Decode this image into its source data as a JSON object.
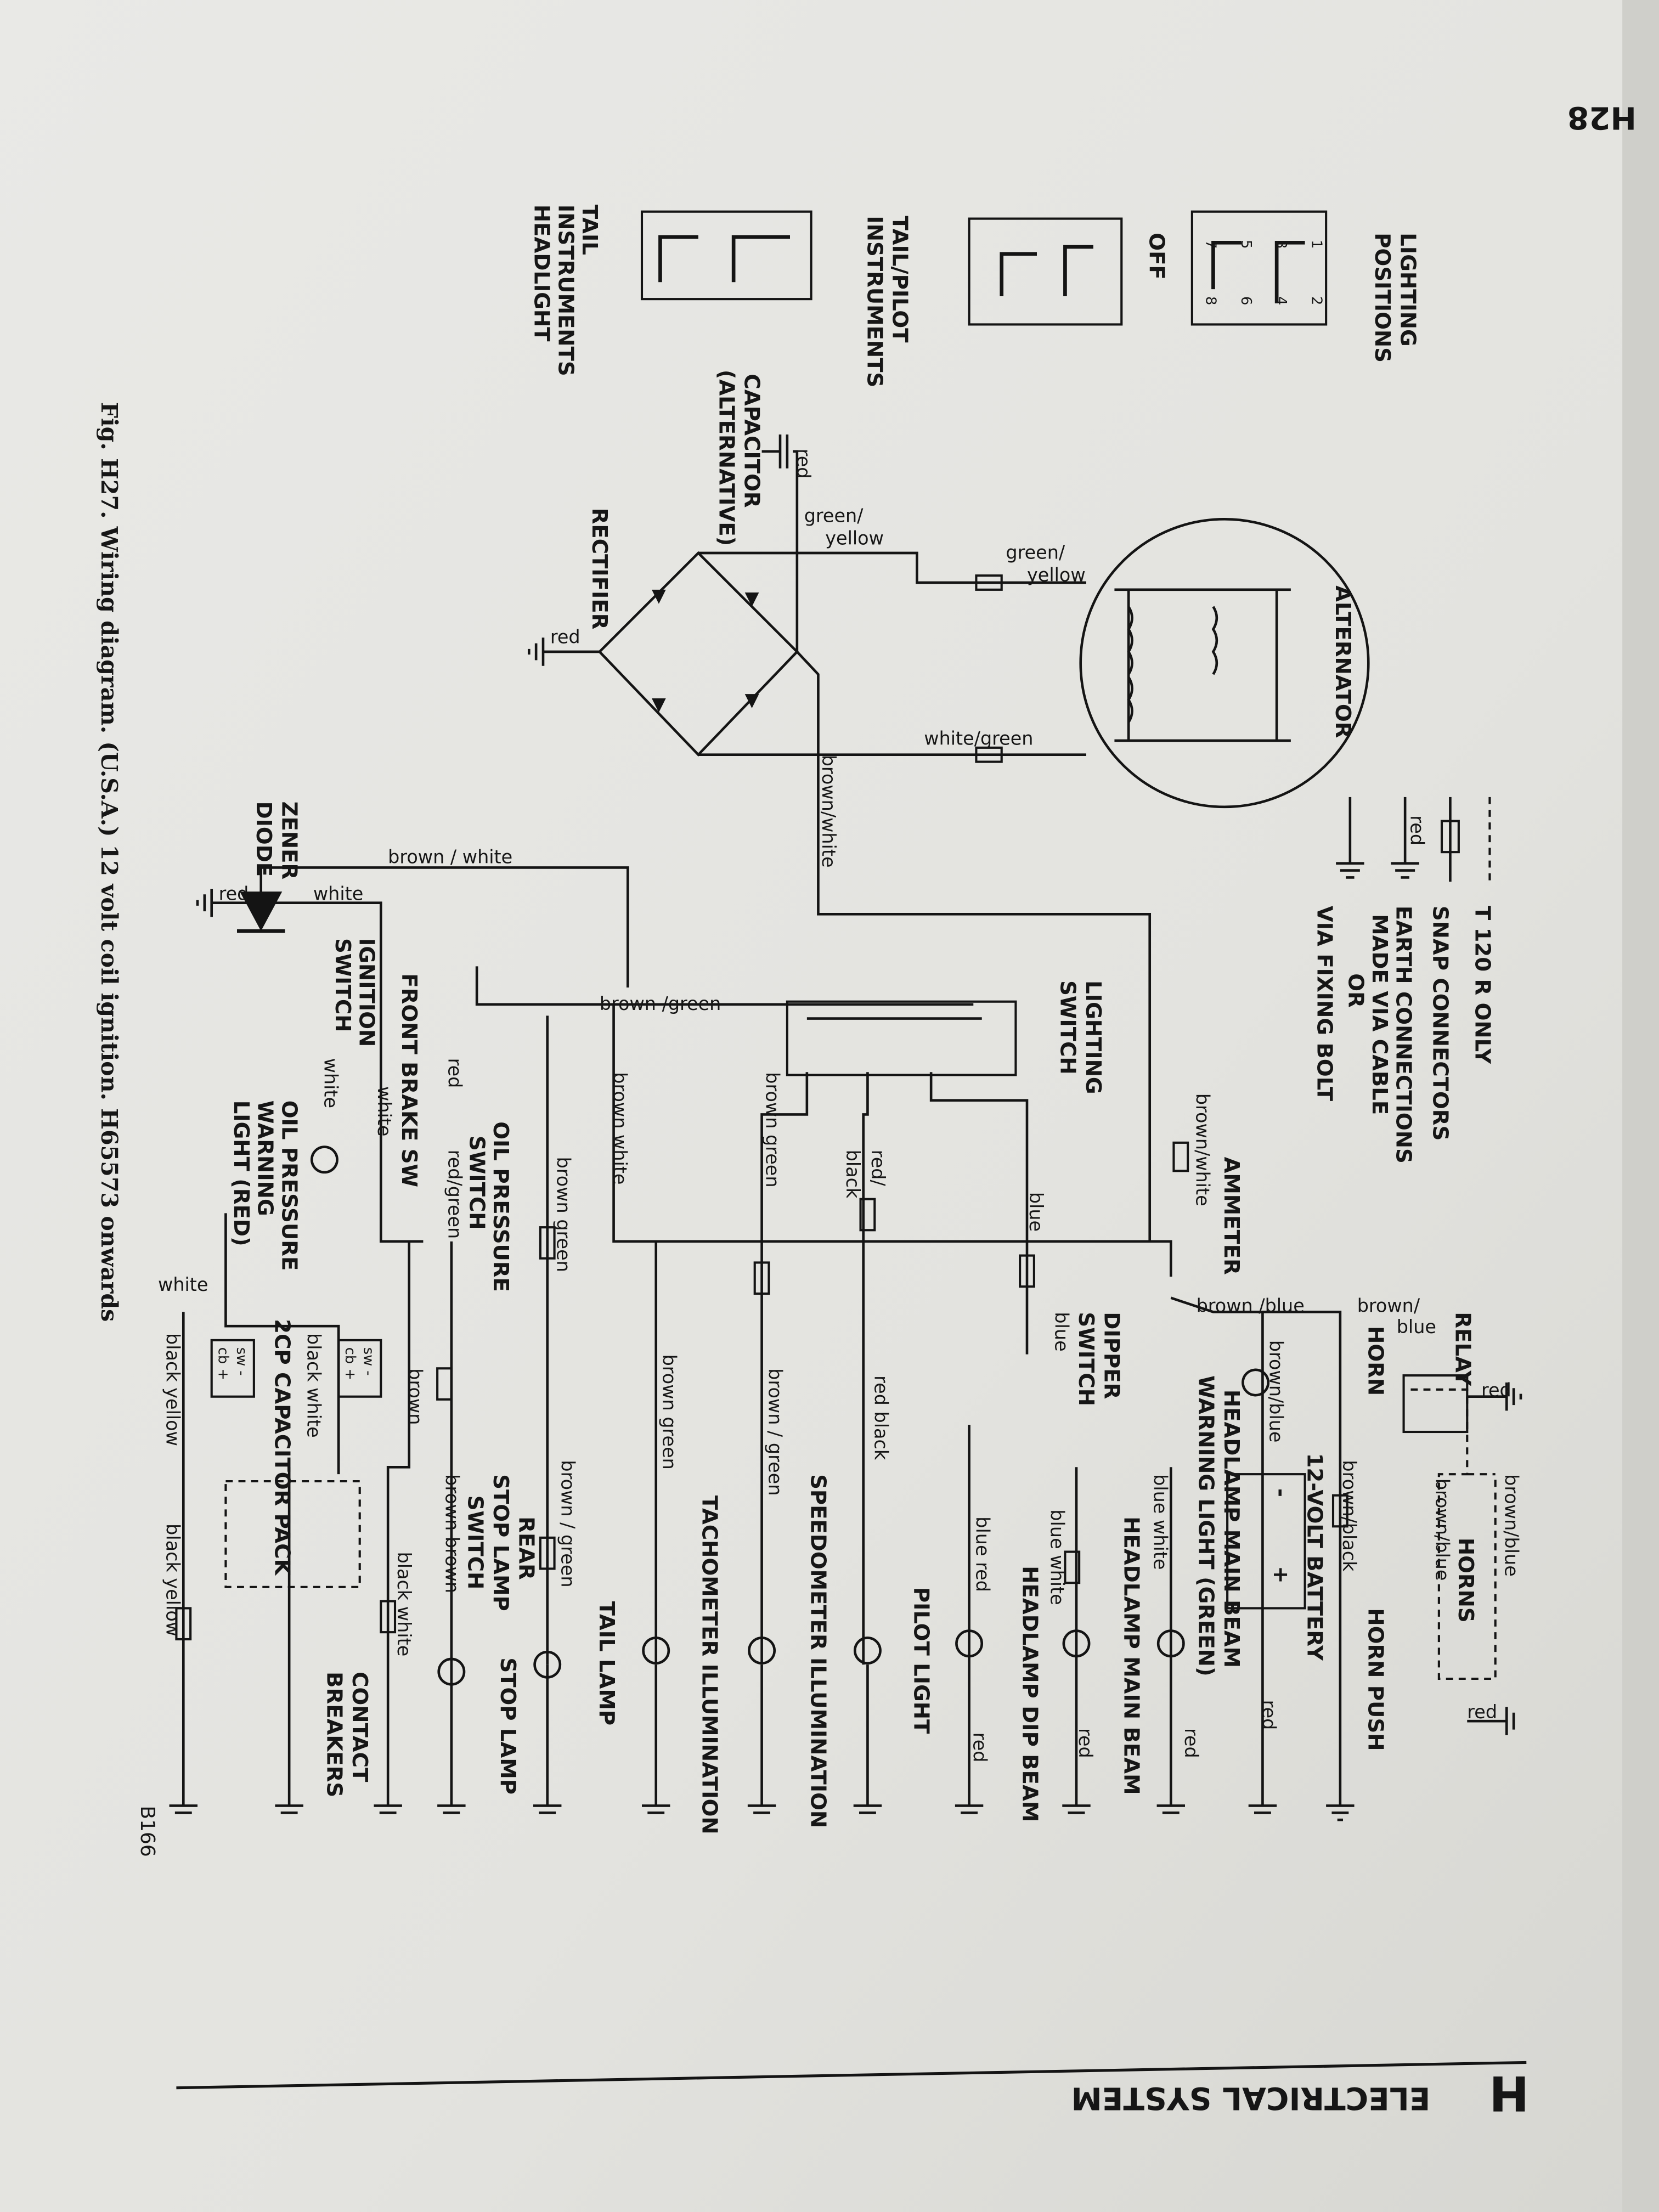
{
  "page": {
    "number": "H28",
    "section_letter": "H",
    "section_title": "ELECTRICAL SYSTEM",
    "ref_code": "B166"
  },
  "caption": "Fig. H27.  Wiring diagram.  (U.S.A.) 12 volt coil ignition.  H65573 onwards",
  "legend": {
    "t120r": "T 120 R  ONLY",
    "snap": "SNAP  CONNECTORS",
    "earth1": "EARTH CONNECTIONS",
    "earth2": "MADE VIA CABLE",
    "earth3": "OR",
    "earth4": "VIA FIXING BOLT",
    "red": "red"
  },
  "switch_positions": {
    "title1": "LIGHTING",
    "title2": "POSITIONS",
    "off": "OFF",
    "tp1": "TAIL/PILOT",
    "tp2": "INSTRUMENTS",
    "th1": "TAIL",
    "th2": "INSTRUMENTS",
    "th3": "HEADLIGHT",
    "terminals": [
      "1",
      "2",
      "3",
      "4",
      "5",
      "6",
      "7",
      "8"
    ]
  },
  "components": {
    "alternator": "ALTERNATOR",
    "rectifier": "RECTIFIER",
    "capacitor1": "CAPACITOR",
    "capacitor2": "(ALTERNATIVE)",
    "zener1": "ZENER",
    "zener2": "DIODE",
    "lighting_switch1": "LIGHTING",
    "lighting_switch2": "SWITCH",
    "ammeter": "AMMETER",
    "relay": "RELAY",
    "horn": "HORN",
    "horns": "HORNS",
    "horn_push": "HORN PUSH",
    "battery": "12-VOLT BATTERY",
    "warning1": "HEADLAMP MAIN BEAM",
    "warning2": "WARNING LIGHT (GREEN)",
    "dipper1": "DIPPER",
    "dipper2": "SWITCH",
    "main_beam": "HEADLAMP MAIN BEAM",
    "dip_beam": "HEADLAMP DIP BEAM",
    "pilot": "PILOT LIGHT",
    "speedo": "SPEEDOMETER  ILLUMINATION",
    "tacho": "TACHOMETER  ILLUMINATION",
    "tail_lamp": "TAIL LAMP",
    "rear1": "REAR",
    "rear2": "STOP LAMP",
    "rear3": "SWITCH",
    "stop_lamp": "STOP LAMP",
    "contact1": "CONTACT",
    "contact2": "BREAKERS",
    "oil1": "OIL PRESSURE",
    "oil2": "SWITCH",
    "ignition1": "IGNITION",
    "ignition2": "SWITCH",
    "front_brake": "FRONT BRAKE SW",
    "oil_warn1": "OIL PRESSURE",
    "oil_warn2": "WARNING",
    "oil_warn3": "LIGHT (RED)",
    "cap_pack": "2CP CAPACITOR  PACK",
    "sw": "sw -",
    "cb": "cb +",
    "batt_minus": "-",
    "batt_plus": "+"
  },
  "wires": {
    "gy1a": "green/",
    "gy1b": "yellow",
    "gy2a": "green/",
    "gy2b": "yellow",
    "wg": "white/green",
    "bw_rect": "brown/white",
    "bw_top": "brown / white",
    "bg_top": "brown /green",
    "white_zener": "white",
    "red_zener": "red",
    "red_rect": "red",
    "red_cap": "red",
    "bw_amm": "brown/white",
    "bb_amm": "brown /blue",
    "bb_relay1": "brown/",
    "bb_relay2": "blue",
    "red_relay": "red",
    "bb_horns1": "brown/blue",
    "bb_horns2": "brown/blue",
    "red_horns": "red",
    "brown_black": "brown/black",
    "bb_batt": "brown/blue",
    "red_batt": "red",
    "blue_white1": "blue  white",
    "red_warn": "red",
    "blue_sw": "blue",
    "blue_dip": "blue",
    "blue_white2": "blue  white",
    "red_main": "red",
    "blue_red": "blue  red",
    "red_dip": "red",
    "red_black1": "red/",
    "red_black2": "black",
    "red_black3": "red  black",
    "brown_green1": "brown  green",
    "brown_green2": "brown / green",
    "brown_green3": "brown  green",
    "brown_green4": "brown  green",
    "brown_green5": "brown / green",
    "brown_white2": "brown  white",
    "brown_brown": "brown   brown",
    "black_white1": "black  white",
    "black_white2": "black  white",
    "red_oil": "red",
    "red_green": "red/green",
    "white_ign": "white",
    "white_fb": "white",
    "white_pack": "white",
    "brown_stop": "brown",
    "black_yellow1": "black  yellow",
    "black_yellow2": "black  yellow"
  }
}
